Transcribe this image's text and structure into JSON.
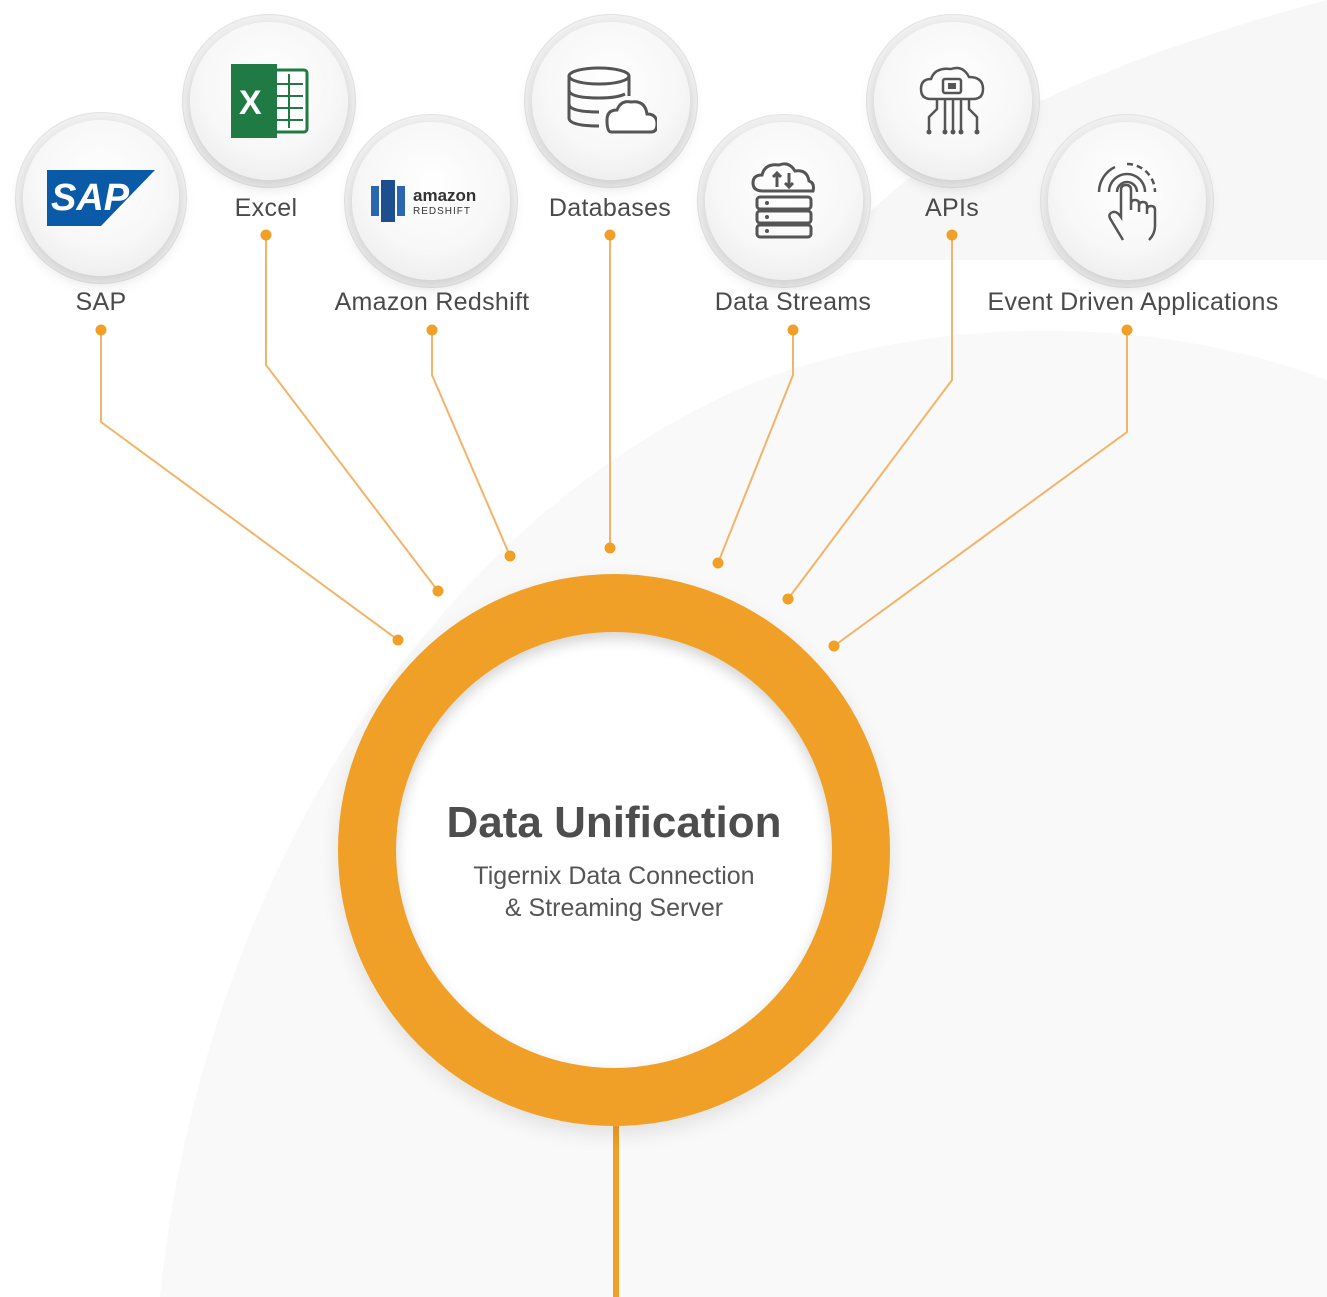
{
  "diagram": {
    "hub": {
      "title": "Data Unification",
      "subtitle_line1": "Tigernix Data Connection",
      "subtitle_line2": "& Streaming Server"
    },
    "sources": [
      {
        "label": "SAP",
        "icon": "sap-logo-icon"
      },
      {
        "label": "Excel",
        "icon": "excel-icon"
      },
      {
        "label": "Amazon Redshift",
        "icon": "amazon-redshift-icon",
        "logo_text_1": "amazon",
        "logo_text_2": "REDSHIFT"
      },
      {
        "label": "Databases",
        "icon": "database-cloud-icon"
      },
      {
        "label": "Data Streams",
        "icon": "cloud-server-stream-icon"
      },
      {
        "label": "APIs",
        "icon": "cloud-api-icon"
      },
      {
        "label": "Event Driven Applications",
        "icon": "touch-gesture-icon"
      }
    ],
    "colors": {
      "accent": "#f0a026",
      "connector": "#f2b46a",
      "label_text": "#4a4a4a",
      "hub_title": "#4d4d4d",
      "sap_blue": "#0a5aa8",
      "excel_green": "#1f7a43",
      "redshift_blue": "#2b67b1"
    }
  }
}
